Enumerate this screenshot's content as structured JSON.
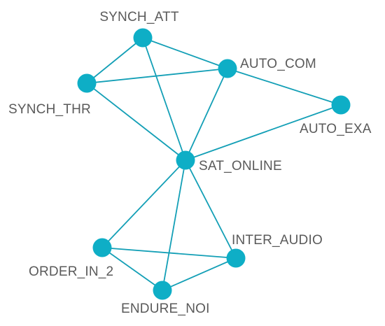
{
  "colors": {
    "node": "#0eaec6",
    "edge": "#139fb6",
    "label": "#5a5a5a"
  },
  "nodes": [
    {
      "id": "SYNCH_ATT",
      "label": "SYNCH_ATT"
    },
    {
      "id": "AUTO_COM",
      "label": "AUTO_COM"
    },
    {
      "id": "SYNCH_THR",
      "label": "SYNCH_THR"
    },
    {
      "id": "AUTO_EXA",
      "label": "AUTO_EXA"
    },
    {
      "id": "SAT_ONLINE",
      "label": "SAT_ONLINE"
    },
    {
      "id": "INTER_AUDIO",
      "label": "INTER_AUDIO"
    },
    {
      "id": "ORDER_IN_2",
      "label": "ORDER_IN_2"
    },
    {
      "id": "ENDURE_NOI",
      "label": "ENDURE_NOI"
    }
  ],
  "edges": [
    {
      "source": "SYNCH_ATT",
      "target": "SYNCH_THR"
    },
    {
      "source": "SYNCH_ATT",
      "target": "AUTO_COM"
    },
    {
      "source": "SYNCH_ATT",
      "target": "SAT_ONLINE"
    },
    {
      "source": "SYNCH_THR",
      "target": "AUTO_COM"
    },
    {
      "source": "SYNCH_THR",
      "target": "SAT_ONLINE"
    },
    {
      "source": "AUTO_COM",
      "target": "SAT_ONLINE"
    },
    {
      "source": "AUTO_COM",
      "target": "AUTO_EXA"
    },
    {
      "source": "AUTO_EXA",
      "target": "SAT_ONLINE"
    },
    {
      "source": "SAT_ONLINE",
      "target": "ORDER_IN_2"
    },
    {
      "source": "SAT_ONLINE",
      "target": "ENDURE_NOI"
    },
    {
      "source": "SAT_ONLINE",
      "target": "INTER_AUDIO"
    },
    {
      "source": "ORDER_IN_2",
      "target": "ENDURE_NOI"
    },
    {
      "source": "ORDER_IN_2",
      "target": "INTER_AUDIO"
    },
    {
      "source": "ENDURE_NOI",
      "target": "INTER_AUDIO"
    }
  ]
}
